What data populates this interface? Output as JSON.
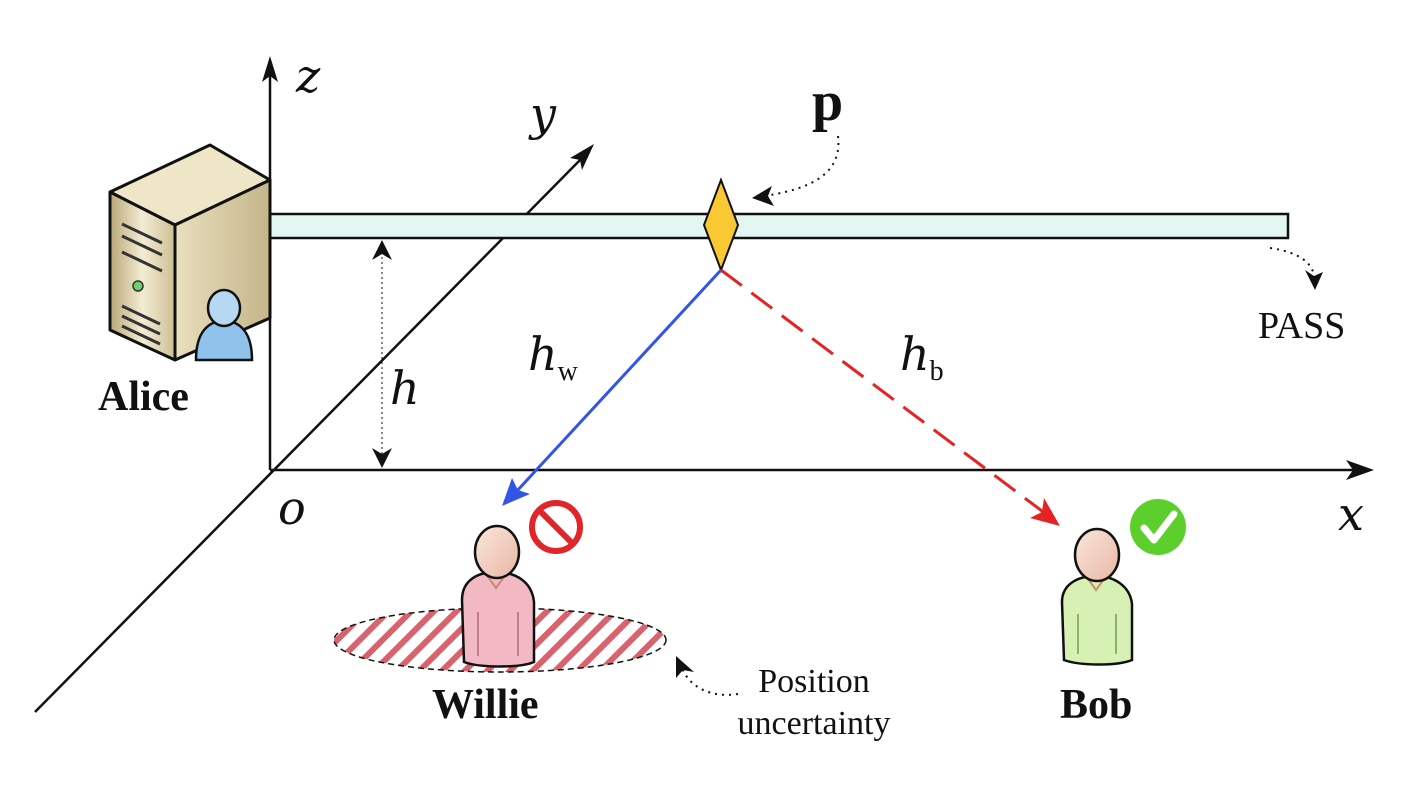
{
  "axes": {
    "x_label": "x",
    "y_label": "y",
    "z_label": "z",
    "origin_label": "o"
  },
  "labels": {
    "alice": "Alice",
    "willie": "Willie",
    "bob": "Bob",
    "pass": "PASS",
    "point": "p",
    "height": "h",
    "h_w_main": "h",
    "h_w_sub": "w",
    "h_b_main": "h",
    "h_b_sub": "b",
    "uncertainty_line1": "Position",
    "uncertainty_line2": "uncertainty"
  },
  "colors": {
    "willie_link": "#3355e6",
    "bob_link": "#e62222",
    "waveguide_fill": "#e2f6f2",
    "pinch_point": "#f9c832",
    "blocked_icon": "#e0262b",
    "check_icon": "#5ccf2c",
    "willie_body": "#f2b9c4",
    "bob_body": "#d7f0b4",
    "alice_user": "#8fc2ea"
  },
  "icons": {
    "alice_device": "server-icon",
    "alice_user": "user-icon",
    "willie_status": "blocked-icon",
    "bob_status": "check-icon"
  }
}
